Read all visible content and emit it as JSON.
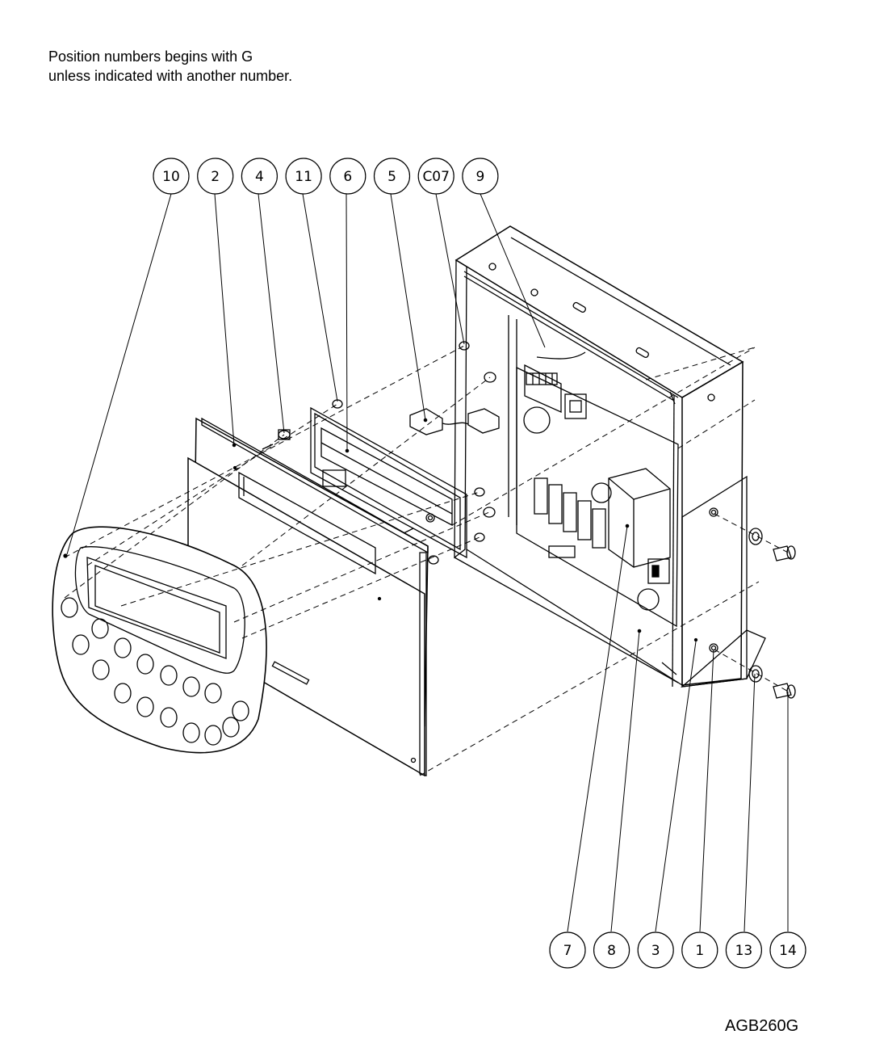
{
  "note": {
    "line1": "Position numbers begins with G",
    "line2": "unless indicated with another number."
  },
  "drawing_code": "AGB260G",
  "callouts": {
    "top": [
      {
        "id": "10",
        "label": "10"
      },
      {
        "id": "2",
        "label": "2"
      },
      {
        "id": "4",
        "label": "4"
      },
      {
        "id": "11",
        "label": "11"
      },
      {
        "id": "6",
        "label": "6"
      },
      {
        "id": "5",
        "label": "5"
      },
      {
        "id": "C07",
        "label": "C07"
      },
      {
        "id": "9",
        "label": "9"
      }
    ],
    "bottom": [
      {
        "id": "7",
        "label": "7"
      },
      {
        "id": "8",
        "label": "8"
      },
      {
        "id": "3",
        "label": "3"
      },
      {
        "id": "1",
        "label": "1"
      },
      {
        "id": "13",
        "label": "13"
      },
      {
        "id": "14",
        "label": "14"
      }
    ]
  },
  "colors": {
    "line": "#000000",
    "background": "#ffffff"
  }
}
